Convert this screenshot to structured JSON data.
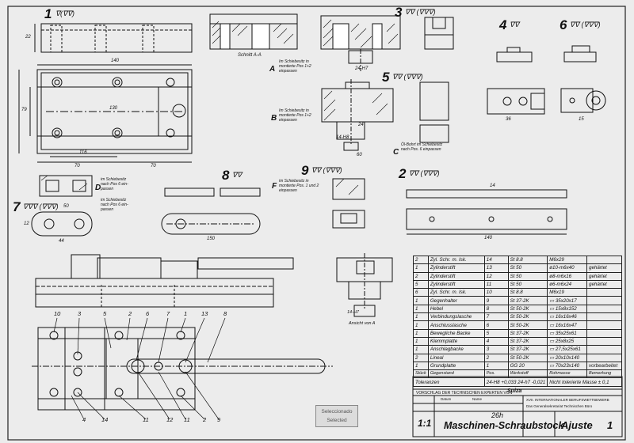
{
  "views": {
    "v1": {
      "number": "1",
      "symbol": "∇(∇∇)"
    },
    "v2": {
      "number": "2",
      "symbol": "∇∇ (∇∇∇)"
    },
    "v3": {
      "number": "3",
      "symbol": "∇∇ (∇∇∇)"
    },
    "v4": {
      "number": "4",
      "symbol": "∇∇"
    },
    "v5": {
      "number": "5",
      "symbol": "∇∇ (∇∇∇)"
    },
    "v6": {
      "number": "6",
      "symbol": "∇∇ (∇∇∇)"
    },
    "v7": {
      "number": "7",
      "symbol": "∇∇∇ (∇∇∇)"
    },
    "v8": {
      "number": "8",
      "symbol": "∇∇"
    },
    "v9": {
      "number": "9",
      "symbol": "∇∇ (∇∇∇)"
    }
  },
  "notes": {
    "section_aa": "Schnitt A-A",
    "note_a": "Im Schiebesitz in montierte Pos 1+2 einpassen",
    "note_b": "Im Schiebesitz in montierte Pos 1+2 einpassen",
    "note_c": "Öl-Bohrt im Schiebesitz nach Pos. 6 einpassen",
    "note_d1": "im Schiebesitz nach Pos 6 ein-passen",
    "note_d2": "im Schiebesitz nach Pos 6 ein-passen",
    "note_f": "im Schiebesitz in montierte Pos. 1 und 2 einpassen",
    "ansicht": "Ansicht von A",
    "fit1": "24-H7",
    "fit2": "14-H8",
    "fit3": "14-H7"
  },
  "letters": {
    "A": "A",
    "B": "B",
    "C": "C",
    "D": "D",
    "F": "F"
  },
  "dims": {
    "d140": "140",
    "d130": "130",
    "d116": "116",
    "d70a": "70",
    "d70b": "70",
    "d79": "79",
    "d24": "24",
    "d60": "60",
    "d50": "50",
    "d44": "44",
    "d150": "150",
    "d140b": "140",
    "d36": "36",
    "d15": "15",
    "d14": "14",
    "d12": "12",
    "d22": "22"
  },
  "balloons": [
    "10",
    "3",
    "5",
    "2",
    "6",
    "7",
    "1",
    "13",
    "8",
    "4",
    "14",
    "11",
    "12",
    "11",
    "2",
    "9"
  ],
  "bom": {
    "rows": [
      {
        "qty": "2",
        "name": "Zyl. Schr. m. Isk.",
        "pos": "14",
        "mat": "St 8.8",
        "dim": "M6x29",
        "rem": ""
      },
      {
        "qty": "1",
        "name": "Zylinderstift",
        "pos": "13",
        "mat": "St 50",
        "dim": "ø10-m6x40",
        "rem": "gehärtet"
      },
      {
        "qty": "2",
        "name": "Zylinderstift",
        "pos": "12",
        "mat": "St 50",
        "dim": "ø8-m6x16",
        "rem": "gehärtet"
      },
      {
        "qty": "5",
        "name": "Zylinderstift",
        "pos": "11",
        "mat": "St 50",
        "dim": "ø6-m6x24",
        "rem": "gehärtet"
      },
      {
        "qty": "6",
        "name": "Zyl. Schr. m. Isk.",
        "pos": "10",
        "mat": "St 8.8",
        "dim": "M6x19",
        "rem": ""
      },
      {
        "qty": "1",
        "name": "Gegenhalter",
        "pos": "9",
        "mat": "St 37-2K",
        "dim": "▭ 35x20x17",
        "rem": ""
      },
      {
        "qty": "1",
        "name": "Hebel",
        "pos": "8",
        "mat": "St 50-2K",
        "dim": "▭ 15x8x152",
        "rem": ""
      },
      {
        "qty": "1",
        "name": "Verbindungslasche",
        "pos": "7",
        "mat": "St 50-2K",
        "dim": "▭ 16x16x46",
        "rem": ""
      },
      {
        "qty": "1",
        "name": "Anschlusslasche",
        "pos": "6",
        "mat": "St 50-2K",
        "dim": "▭ 16x16x47",
        "rem": ""
      },
      {
        "qty": "1",
        "name": "Bewegliche Backe",
        "pos": "5",
        "mat": "St 37-2K",
        "dim": "▭ 35x25x61",
        "rem": ""
      },
      {
        "qty": "1",
        "name": "Klemmplatte",
        "pos": "4",
        "mat": "St 37-2K",
        "dim": "▭ 25x8x25",
        "rem": ""
      },
      {
        "qty": "1",
        "name": "Anschlagbacke",
        "pos": "3",
        "mat": "St 37-2K",
        "dim": "▭ 27,5x25x61",
        "rem": ""
      },
      {
        "qty": "2",
        "name": "Lineal",
        "pos": "2",
        "mat": "St 50-2K",
        "dim": "▭ 20x10x140",
        "rem": ""
      },
      {
        "qty": "1",
        "name": "Grundplatte",
        "pos": "1",
        "mat": "GG 20",
        "dim": "▭ 70x23x140",
        "rem": "vorbearbeitet"
      }
    ],
    "header": {
      "qty": "Stück",
      "name": "Gegenstand",
      "pos": "Pos.",
      "mat": "Werkstoff",
      "dim": "Rohmasse",
      "rem": "Bemerkung"
    },
    "tol_label": "Toleranzen",
    "tol_values": "24-H8 +0,033  24-h7 -0,021",
    "tol_note": "Nicht tolerierte Masse ± 0,1"
  },
  "title_block": {
    "proposal": "VORSCHLAG DER TECHNISCHEN EXPERTEN VON",
    "country": "Suiza",
    "org1": "XVII. INTERNATIONALER BERUFSWETTBEWERB",
    "org2": "Das Generalsekretariat Technischen Büro",
    "datum": "Datum",
    "name_col": "Name",
    "stamp1": "Seleccionado",
    "stamp2": "Selected",
    "time": "26h",
    "scale": "1:1",
    "title": "Maschinen-Schraubstock",
    "sheet_title": "Ajuste",
    "sheet_no": "1"
  }
}
